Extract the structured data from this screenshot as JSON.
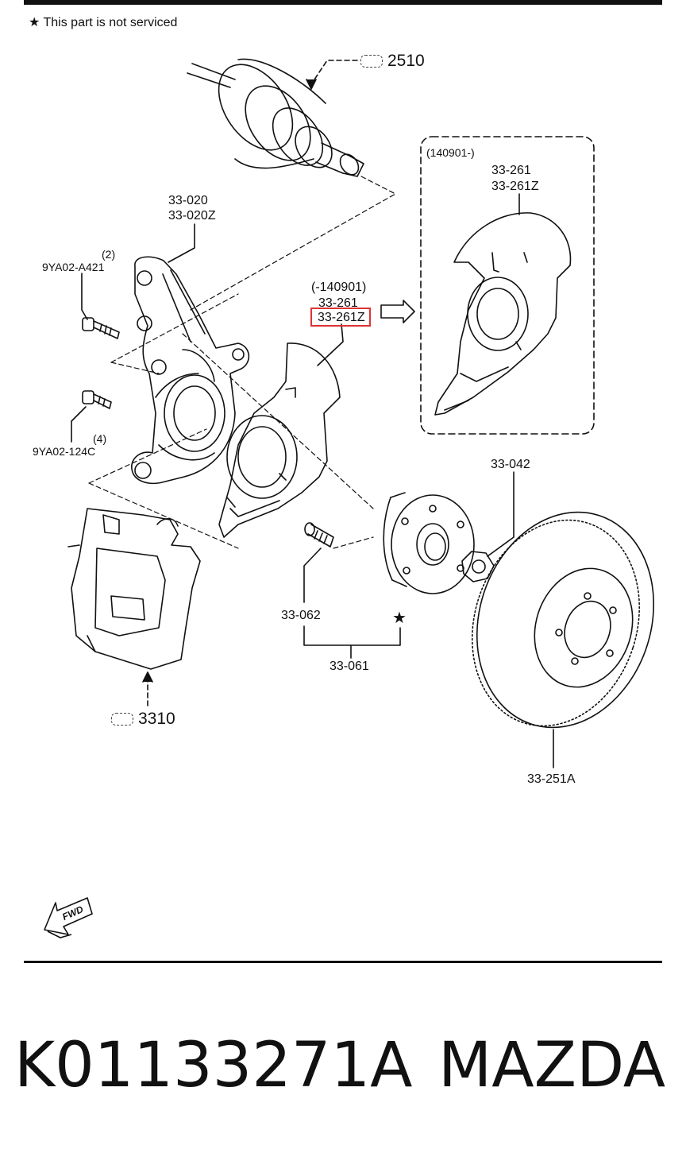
{
  "notice": {
    "star": "★",
    "text": "This part is not serviced"
  },
  "refs": {
    "driveshaft": "2510",
    "caliper": "3310"
  },
  "labels": {
    "knuckle_a": "33-020",
    "knuckle_b": "33-020Z",
    "bolt1_qty": "(2)",
    "bolt1": "9YA02-A421",
    "bolt2_qty": "(4)",
    "bolt2": "9YA02-124C",
    "shield_old_date": "(-140901)",
    "shield_old_a": "33-261",
    "shield_old_b": "33-261Z",
    "shield_new_date": "(140901-)",
    "shield_new_a": "33-261",
    "shield_new_b": "33-261Z",
    "nut": "33-042",
    "stud": "33-062",
    "hub_assy": "33-061",
    "disc": "33-251A",
    "fwd": "FWD"
  },
  "footer": {
    "part_number": "K01133271A",
    "brand": "MAZDA"
  },
  "colors": {
    "highlight": "#dd3333",
    "ink": "#111111"
  }
}
